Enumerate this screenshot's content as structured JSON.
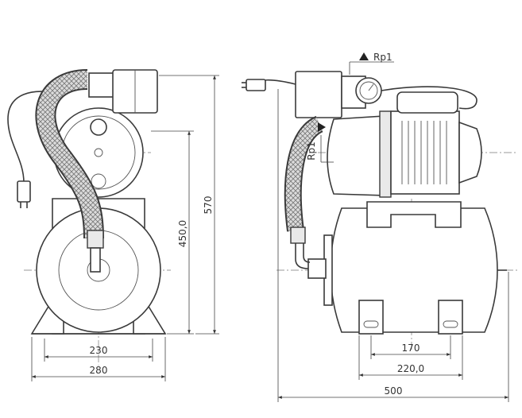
{
  "dimensions": {
    "tank_width": "230",
    "base_width": "280",
    "outlet_height": "450,0",
    "total_height": "570",
    "foot_spacing": "170",
    "foot_outer": "220,0",
    "total_length": "500",
    "suction_connection": "Rp1",
    "pressure_connection": "Rp1"
  }
}
